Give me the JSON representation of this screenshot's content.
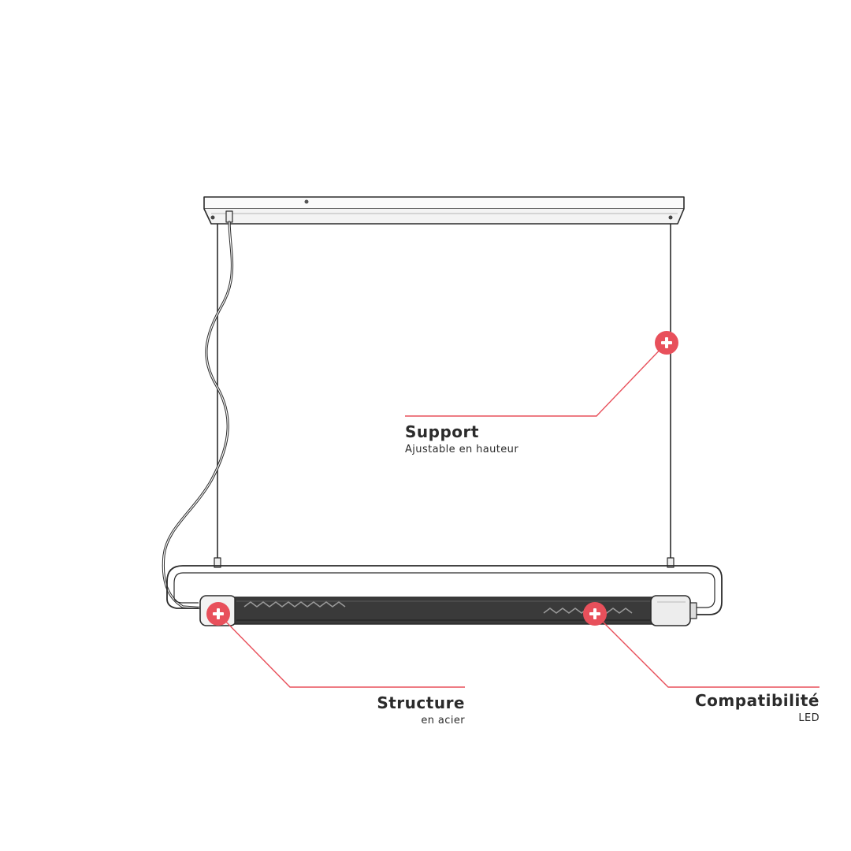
{
  "colors": {
    "accent": "#e8505b",
    "ink": "#2b2b2b",
    "background": "#ffffff"
  },
  "hotspots": {
    "support": {
      "icon": "plus-icon",
      "title": "Support",
      "subtitle": "Ajustable en hauteur"
    },
    "structure": {
      "icon": "plus-icon",
      "title": "Structure",
      "subtitle": "en acier"
    },
    "compatibility": {
      "icon": "plus-icon",
      "title": "Compatibilité",
      "subtitle": "LED"
    }
  }
}
